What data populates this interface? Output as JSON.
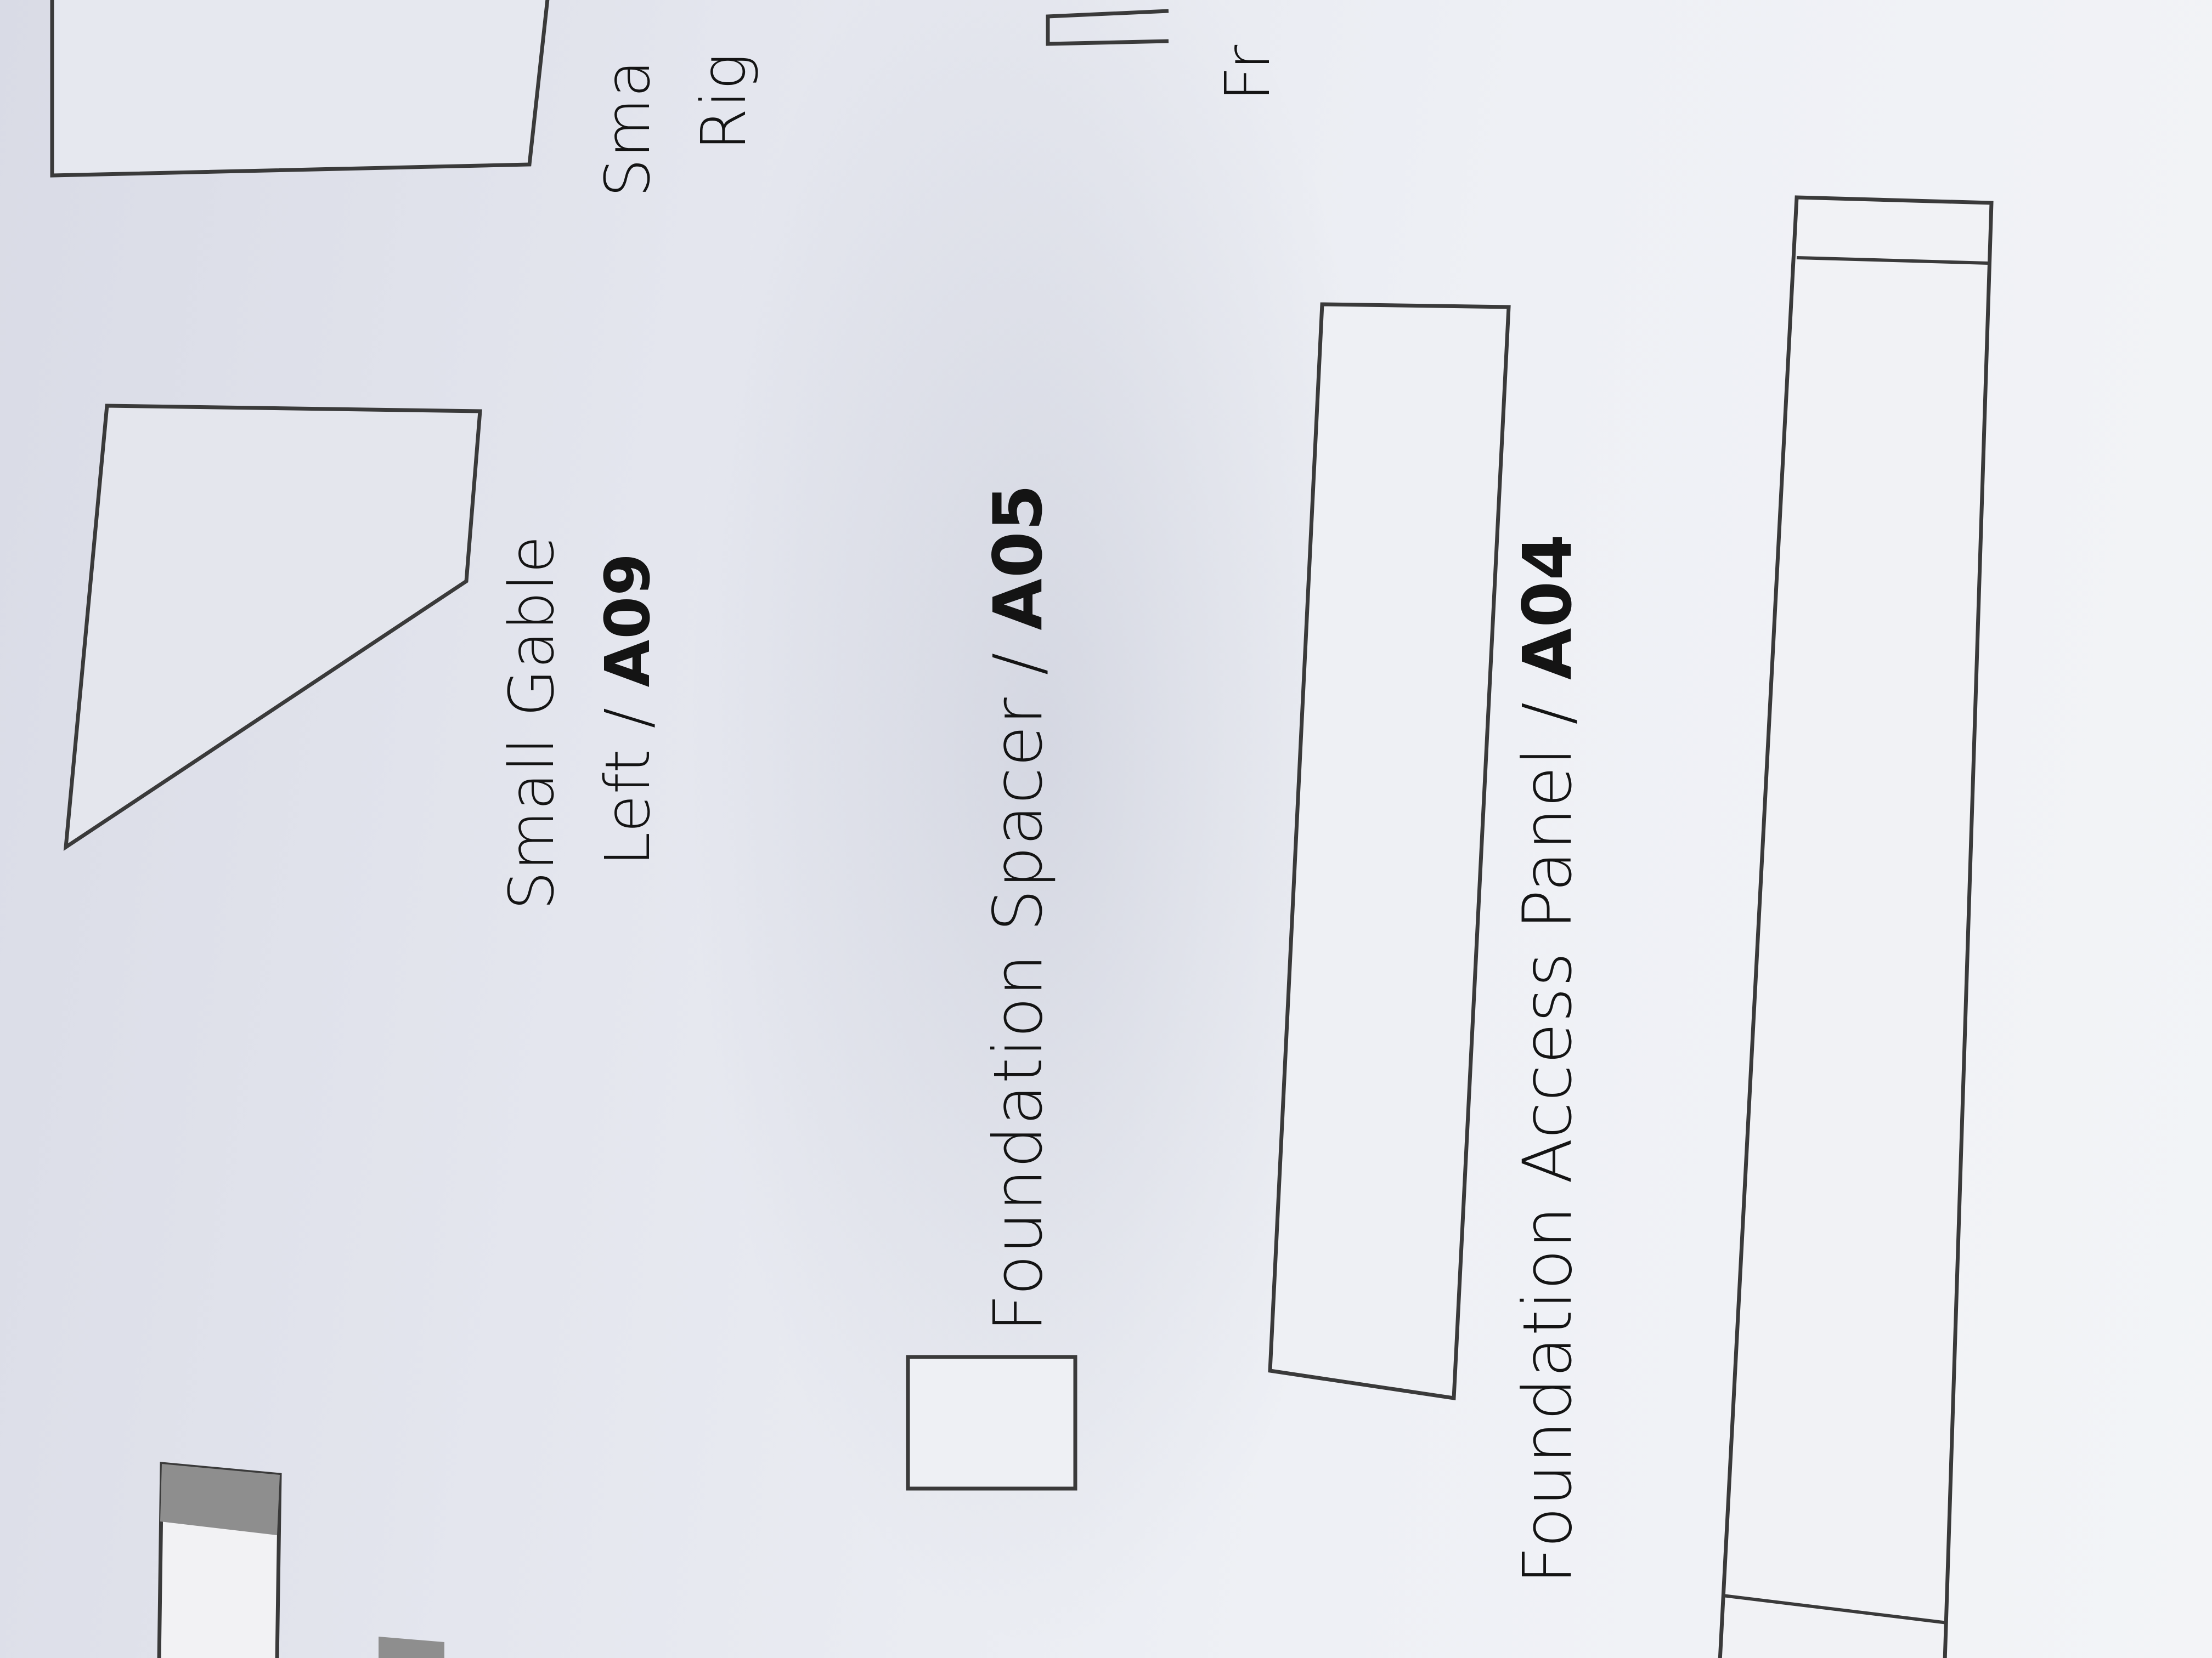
{
  "parts": [
    {
      "name": "Small Gable",
      "line2": "Left",
      "code": "A09"
    },
    {
      "name": "Foundation Spacer",
      "code": "A05"
    },
    {
      "name": "Foundation Access Panel",
      "code": "A04"
    },
    {
      "partial_name": "Sma",
      "partial_line2": "Rig"
    },
    {
      "partial_name": "Fr"
    }
  ],
  "separator": " / ",
  "colors": {
    "ink": "#141414",
    "outline": "#3a3a3a",
    "swatch": "#8e8e8e"
  }
}
